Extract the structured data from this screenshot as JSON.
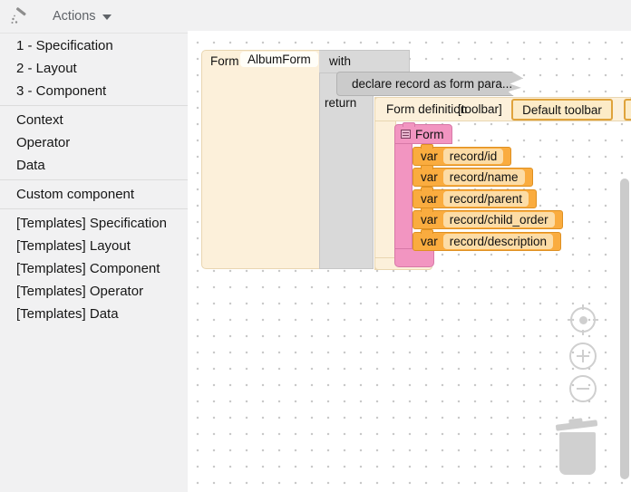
{
  "header": {
    "actions_label": "Actions",
    "wand_icon": "magic-wand",
    "caret_icon": "chevron-down"
  },
  "sidebar": {
    "groups": [
      {
        "items": [
          "1 - Specification",
          "2 - Layout",
          "3 - Component"
        ]
      },
      {
        "items": [
          "Context",
          "Operator",
          "Data"
        ]
      },
      {
        "items": [
          "Custom component"
        ]
      },
      {
        "items": [
          "[Templates] Specification",
          "[Templates] Layout",
          "[Templates] Component",
          "[Templates] Operator",
          "[Templates] Data"
        ]
      }
    ]
  },
  "workspace": {
    "form_block": {
      "label": "Form",
      "name_value": "AlbumForm"
    },
    "with_return_block": {
      "with_label": "with",
      "return_label": "return"
    },
    "collapsed_block": {
      "label": "declare record as form para..."
    },
    "form_definition_block": {
      "label": "Form definition",
      "toolbar_param": "[toolbar]",
      "toolbar_value": "Default toolbar"
    },
    "record_form_block": {
      "label": "Form",
      "var_keyword": "var",
      "vars": [
        "record/id",
        "record/name",
        "record/parent",
        "record/child_order",
        "record/description"
      ]
    },
    "controls": {
      "zoom_reset_icon": "crosshair-target",
      "zoom_in_icon": "plus",
      "zoom_out_icon": "minus",
      "trash_icon": "trash-can"
    }
  },
  "palette": {
    "sidebar_bg": "#f1f1f2",
    "canvas_bg": "#ffffff",
    "cream_block": "#fcf0da",
    "gray_block": "#d9d9d9",
    "collapsed_block": "#cbcbcb",
    "orange_block": "#faac3f",
    "orange_border": "#de9022",
    "toolbar_fill": "#fcebc7",
    "toolbar_border": "#dfa33c",
    "pink_block": "#f295c1",
    "pink_border": "#d779a7",
    "control_gray": "#cfcfcf"
  }
}
